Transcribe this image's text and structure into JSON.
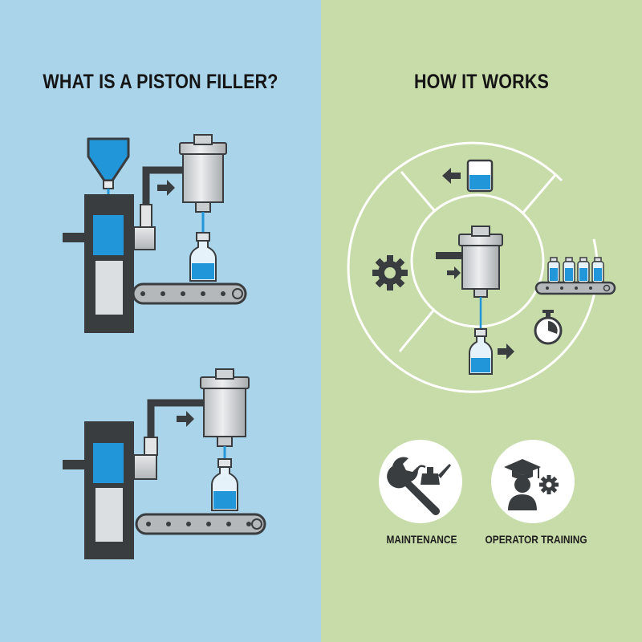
{
  "left_panel": {
    "title": "WHAT IS A PISTON FILLER?",
    "background": "#aad4ea"
  },
  "right_panel": {
    "title": "HOW IT WORKS",
    "background": "#c8dcaa"
  },
  "services": [
    {
      "label": "MAINTENANCE",
      "icon": "wrench-oilcan-icon"
    },
    {
      "label": "OPERATOR TRAINING",
      "icon": "graduate-gear-icon"
    }
  ],
  "colors": {
    "liquid": "#2196d8",
    "frame": "#3a3d40",
    "metal": "#d7d9db",
    "cycle_ring": "#ffffff"
  }
}
